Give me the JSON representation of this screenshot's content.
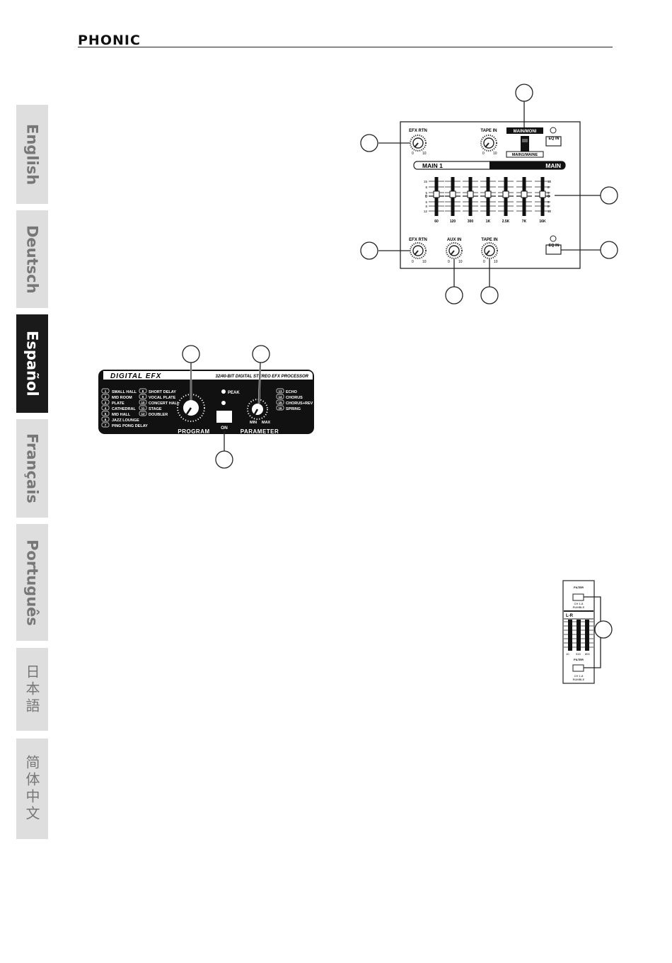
{
  "header": {
    "logo": "PHONIC"
  },
  "language_tabs": [
    {
      "label": "English",
      "active": false
    },
    {
      "label": "Deutsch",
      "active": false
    },
    {
      "label": "Español",
      "active": true
    },
    {
      "label": "Français",
      "active": false
    },
    {
      "label": "Português",
      "active": false
    },
    {
      "label": "日本語",
      "active": false
    },
    {
      "label": "简体中文",
      "active": false
    }
  ],
  "main_panel": {
    "efx_rtn": "EFX RTN",
    "tape_in": "TAPE IN",
    "main_moni": "MAIN/MONI",
    "main_maine": "MAIN1/MAINE",
    "eq_in": "EQ IN",
    "bar_left": "MAIN 1",
    "bar_right": "MAIN",
    "freqs": [
      "60",
      "120",
      "300",
      "1K",
      "2.5K",
      "7K",
      "16K"
    ],
    "db_left": [
      "15",
      "8",
      "5",
      "0",
      "5",
      "8",
      "12"
    ],
    "db_right": [
      "12",
      "8",
      "5",
      "0",
      "5",
      "8",
      "12"
    ],
    "aux_in": "AUX IN",
    "knob_min": "0",
    "knob_max": "10"
  },
  "digital_efx": {
    "title": "DIGITAL EFX",
    "subtitle": "32/40-BIT DIGITAL STEREO EFX PROCESSOR",
    "presets_col1": [
      {
        "n": "1",
        "name": "SMALL HALL"
      },
      {
        "n": "2",
        "name": "MID ROOM"
      },
      {
        "n": "3",
        "name": "PLATE"
      },
      {
        "n": "4",
        "name": "CATHEDRAL"
      },
      {
        "n": "5",
        "name": "MID HALL"
      },
      {
        "n": "6",
        "name": "JAZZ LOUNGE"
      },
      {
        "n": "7",
        "name": "PING PONG DELAY"
      }
    ],
    "presets_col2": [
      {
        "n": "8",
        "name": "SHORT DELAY"
      },
      {
        "n": "9",
        "name": "VOCAL PLATE"
      },
      {
        "n": "10",
        "name": "CONCERT HALL"
      },
      {
        "n": "11",
        "name": "STAGE"
      },
      {
        "n": "12",
        "name": "DOUBLER"
      }
    ],
    "presets_col3": [
      {
        "n": "13",
        "name": "ECHO"
      },
      {
        "n": "14",
        "name": "CHORUS"
      },
      {
        "n": "15",
        "name": "CHORUS+REV"
      },
      {
        "n": "16",
        "name": "SPRING"
      }
    ],
    "peak": "PEAK",
    "on": "ON",
    "program": "PROGRAM",
    "parameter": "PARAMETER",
    "min": "MIN",
    "max": "MAX"
  },
  "filter_panel": {
    "filter": "FILTER",
    "ch_rumble": "CH 1-8",
    "rumble": "RUMBLE",
    "lr": "L-R",
    "freqs": [
      "10",
      "315",
      "800"
    ]
  }
}
